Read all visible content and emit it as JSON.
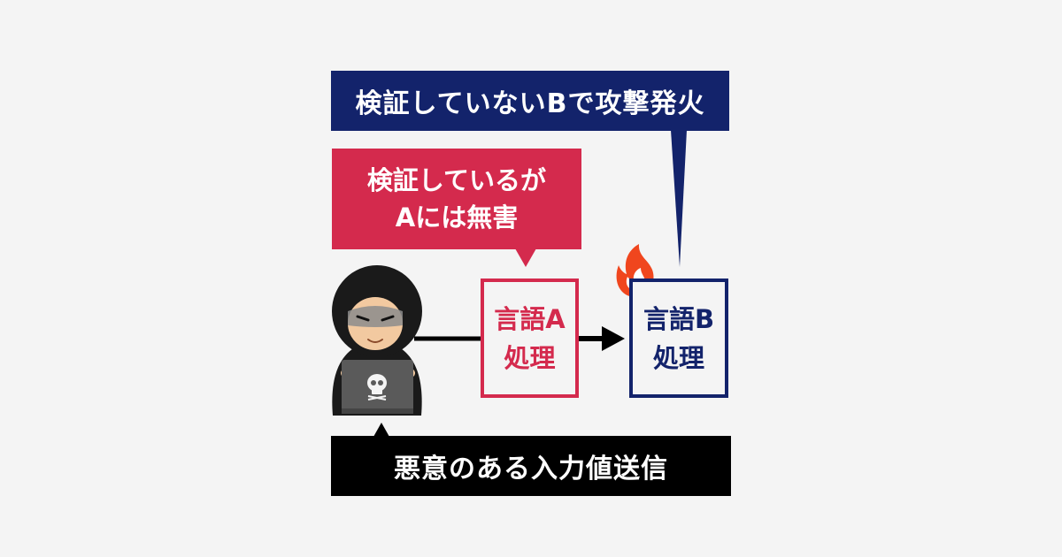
{
  "callouts": {
    "untested_attack": "検証していないBで攻撃発火",
    "tested_line1": "検証しているが",
    "tested_line2": "Aには無害",
    "malicious_input": "悪意のある入力値送信"
  },
  "processors": {
    "a_line1": "言語A",
    "a_line2": "処理",
    "b_line1": "言語B",
    "b_line2": "処理"
  },
  "colors": {
    "navy": "#13236b",
    "crimson": "#d42a4d",
    "black": "#000000",
    "flame": "#f0461e"
  },
  "icons": {
    "hacker": "hacker-icon",
    "flame": "flame-icon",
    "skull": "skull-icon"
  }
}
